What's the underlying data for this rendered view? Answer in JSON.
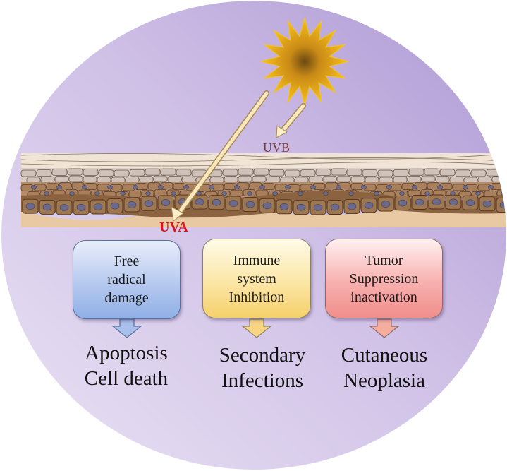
{
  "radiation": {
    "uvb_label": "UVB",
    "uva_label": "UVA"
  },
  "boxes": [
    {
      "lines": [
        "Free",
        "radical",
        "damage"
      ]
    },
    {
      "lines": [
        "Immune",
        "system",
        "Inhibition"
      ]
    },
    {
      "lines": [
        "Tumor",
        "Suppression",
        "inactivation"
      ]
    }
  ],
  "outcomes": [
    {
      "lines": [
        "Apoptosis",
        "Cell death"
      ]
    },
    {
      "lines": [
        "Secondary",
        "Infections"
      ]
    },
    {
      "lines": [
        "Cutaneous",
        "Neoplasia"
      ]
    }
  ],
  "colors": {
    "background_circle": "#c9b8e3",
    "sun": "#f2b61a",
    "uva_text": "#e0101a",
    "uvb_text": "#7a3b3b",
    "box_blue": "#9fbbea",
    "box_yellow": "#f9d77f",
    "box_red": "#f39b99"
  }
}
